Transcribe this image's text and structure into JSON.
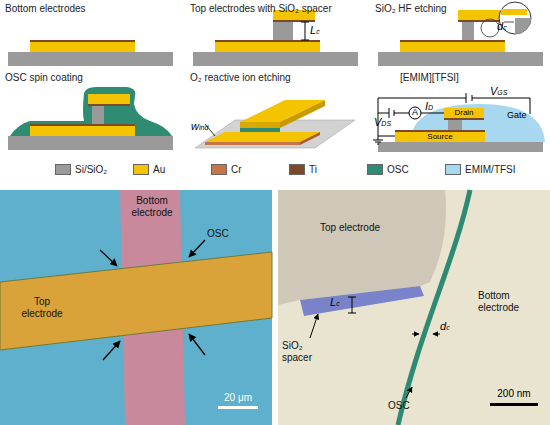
{
  "diagram": {
    "nodes": [
      {
        "text": [
          "Bottom electrodes"
        ]
      },
      {
        "text": [
          "Top electrodes with SiO₂ spacer"
        ]
      },
      {
        "text": [
          "SiO₂ HF etching"
        ]
      },
      {
        "text": [
          "OSC spin coating"
        ]
      },
      {
        "text": [
          "O₂ reactive ion etching"
        ]
      },
      {
        "text": [
          "[EMIM][TFSI]"
        ]
      }
    ],
    "labels": [
      "Lc",
      "dc",
      "wind",
      "VGS",
      "A",
      "VDS",
      "ID",
      "Drain",
      "Source",
      "Gate",
      "Bottom electrode",
      "OSC",
      "Top electrode",
      "20 μm",
      "Top electrode",
      "Bottom electrode",
      "Lc",
      "SiO₂ spacer",
      "dc",
      "OSC",
      "200 nm"
    ],
    "legend": [
      {
        "text": "Si/SiO₂",
        "color": "#9a9a9a"
      },
      {
        "text": "Au",
        "color": "#f5c400"
      },
      {
        "text": "Cr",
        "color": "#c8744a"
      },
      {
        "text": "Ti",
        "color": "#7a4a2a"
      },
      {
        "text": "OSC",
        "color": "#2f8c73"
      },
      {
        "text": "EMIM/TFSI",
        "color": "#a8d8f0"
      }
    ]
  }
}
